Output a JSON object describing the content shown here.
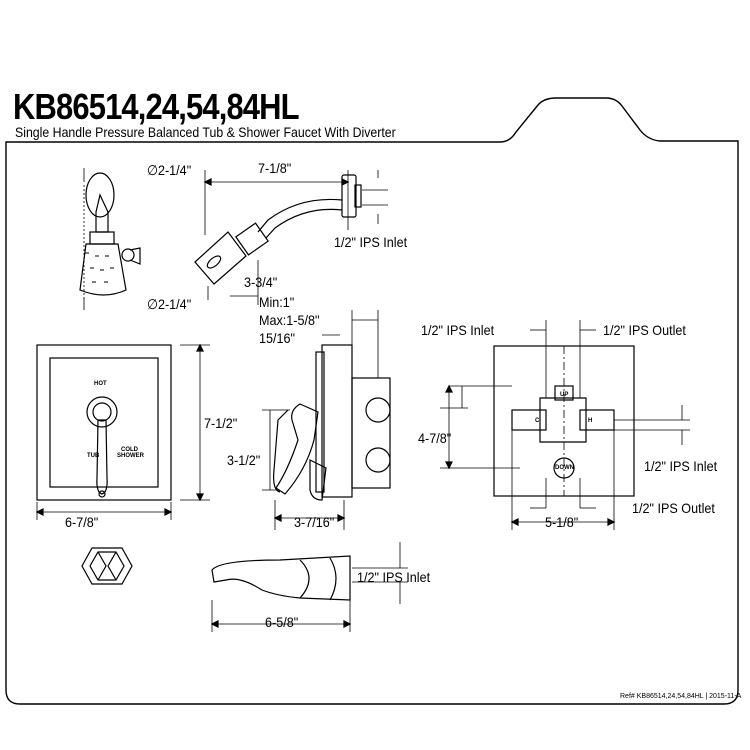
{
  "header": {
    "model": "KB86514,24,54,84HL",
    "description": "Single Handle Pressure Balanced Tub & Shower Faucet With Diverter"
  },
  "showerhead": {
    "flange_diameter": "∅2-1/4\"",
    "head_diameter": "∅2-1/4\"",
    "arm_length": "7-1/8\"",
    "drop": "3-3/4\"",
    "inlet": "1/2\" IPS Inlet"
  },
  "trim_plate": {
    "width": "6-7/8\"",
    "height": "7-1/2\"",
    "hot_label": "HOT",
    "cold_label": "COLD",
    "tub_label": "TUB",
    "shower_label": "SHOWER"
  },
  "valve_side": {
    "wall_range_min": "Min:1\"",
    "wall_range_max": "Max:1-5/8\"",
    "depth": "15/16\"",
    "handle_height": "3-1/2\"",
    "projection": "3-7/16\""
  },
  "valve_body": {
    "inlet_top": "1/2\" IPS Inlet",
    "outlet_top": "1/2\" IPS Outlet",
    "height": "4-7/8\"",
    "inlet_right": "1/2\" IPS Inlet",
    "outlet_bottom": "1/2\" IPS Outlet",
    "width": "5-1/8\"",
    "up_label": "UP",
    "down_label": "DOWN",
    "c_label": "C",
    "h_label": "H"
  },
  "tub_spout": {
    "length": "6-5/8\"",
    "inlet": "1/2\" IPS Inlet"
  },
  "footer": {
    "reference": "Ref# KB86514,24,54,84HL | 2015-11-A"
  }
}
